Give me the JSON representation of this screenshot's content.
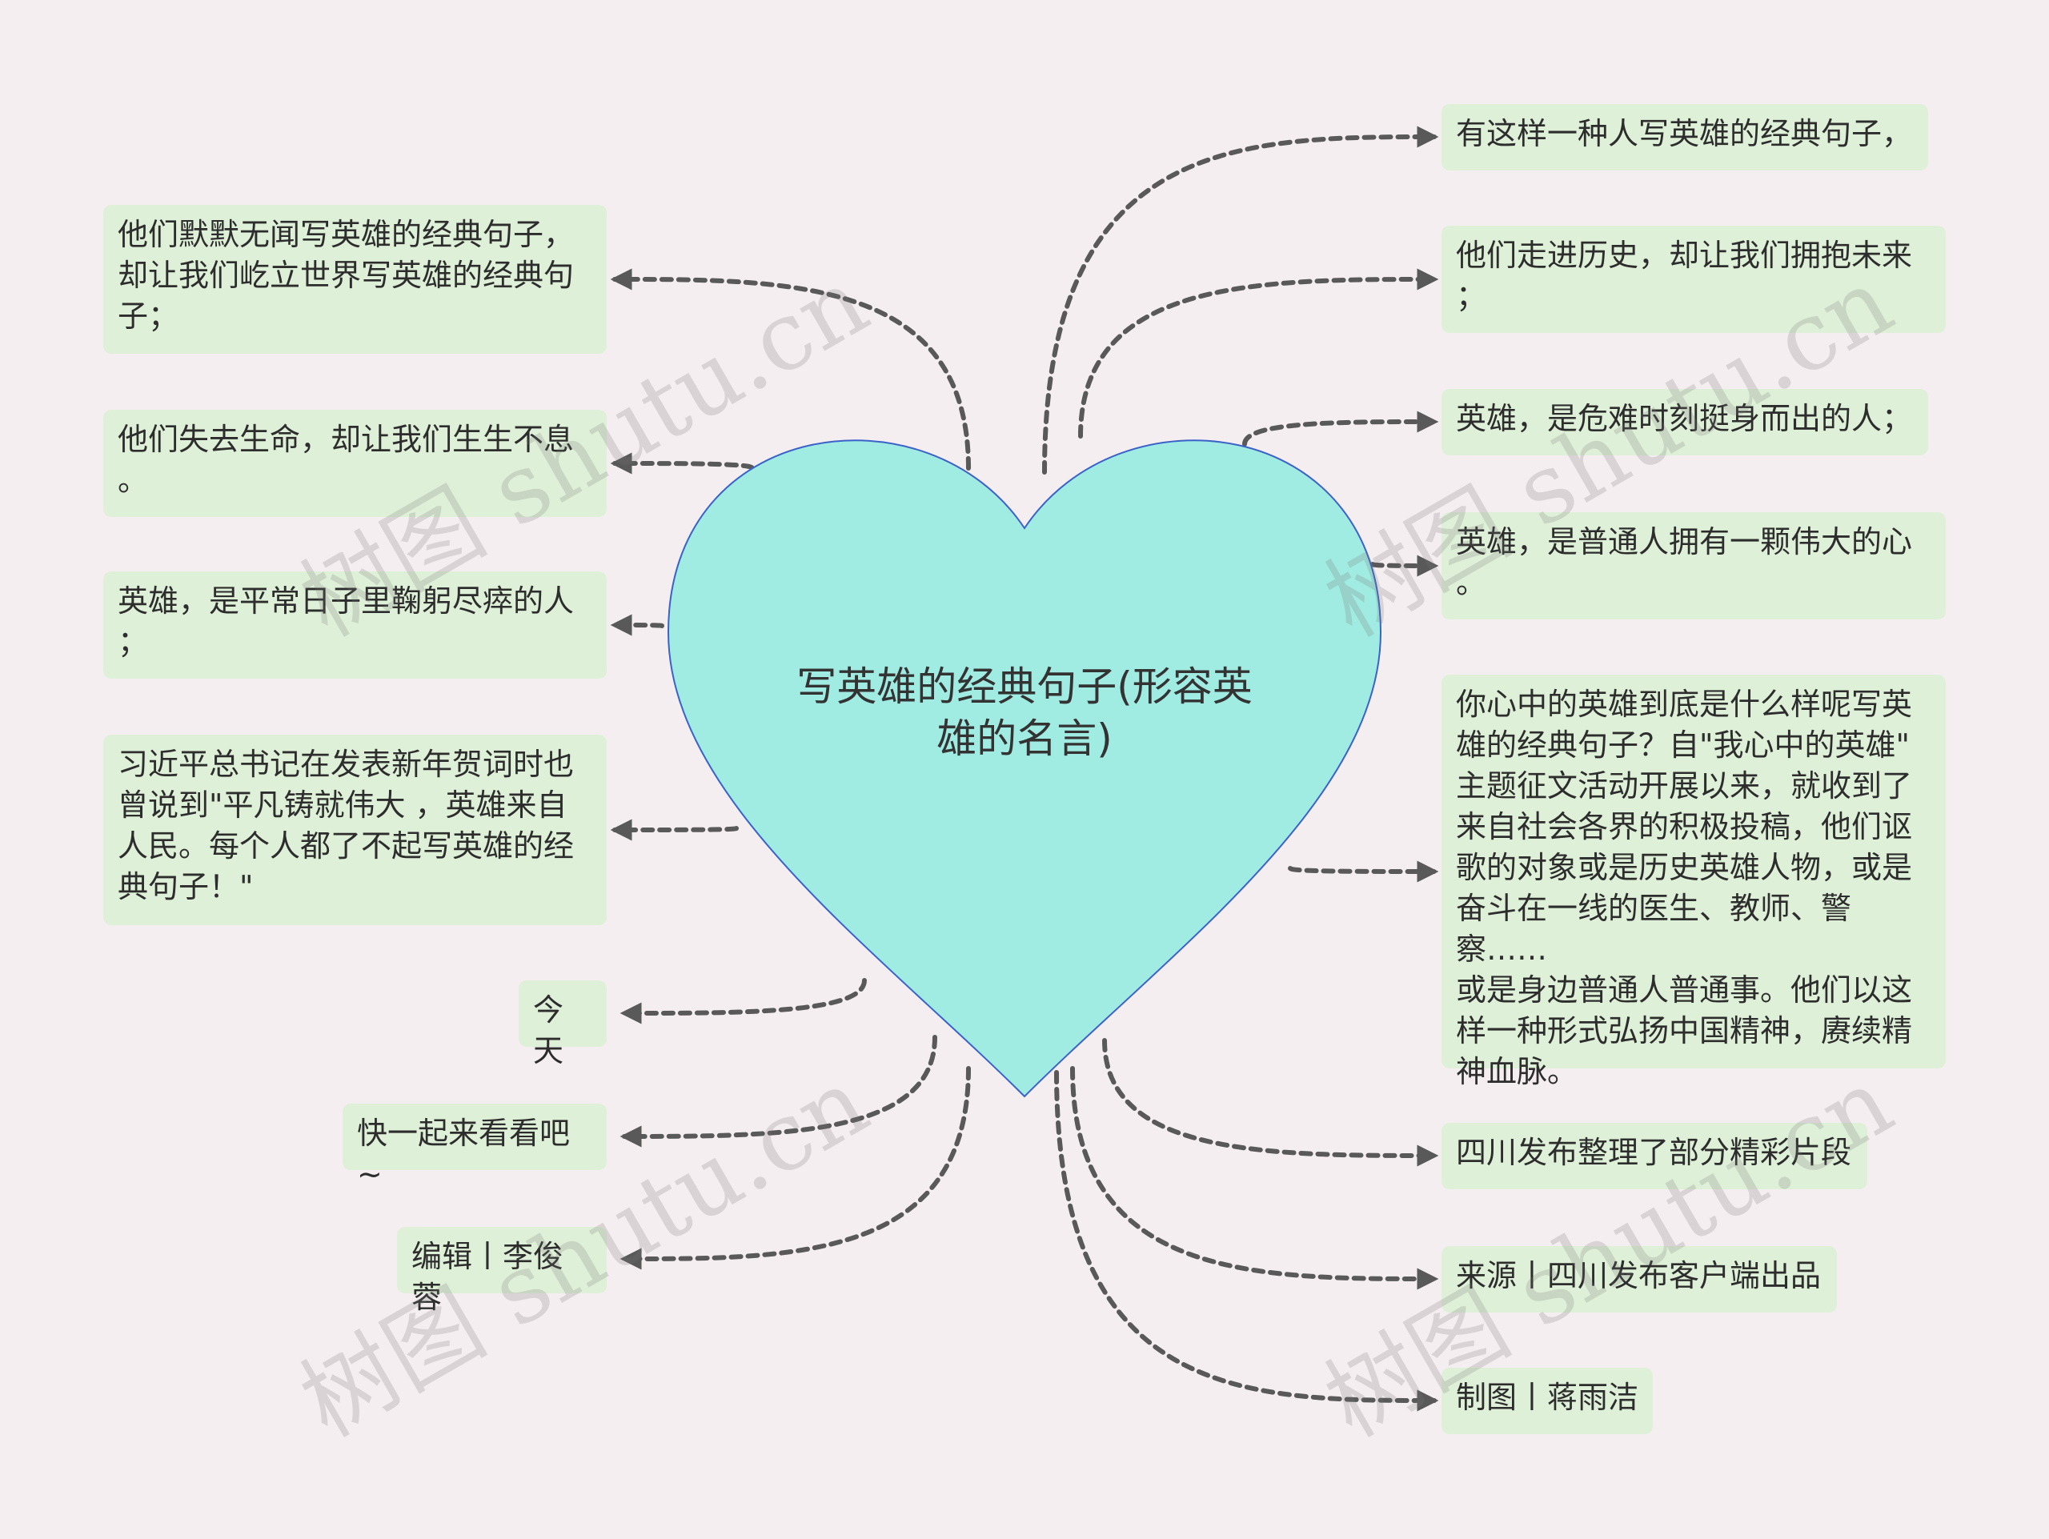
{
  "center": {
    "title_line1": "写英雄的经典句子(形容英",
    "title_line2": "雄的名言)"
  },
  "nodes_left": [
    {
      "text": "他们默默无闻写英雄的经典句子，\n却让我们屹立世界写英雄的经典句\n子；"
    },
    {
      "text": "他们失去生命，却让我们生生不息\n。"
    },
    {
      "text": "英雄，是平常日子里鞠躬尽瘁的人\n；"
    },
    {
      "text": "习近平总书记在发表新年贺词时也\n曾说到\"平凡铸就伟大 ，英雄来自\n人民。每个人都了不起写英雄的经\n典句子！\""
    },
    {
      "text": "今天"
    },
    {
      "text": "快一起来看看吧~"
    },
    {
      "text": "编辑丨李俊蓉"
    }
  ],
  "nodes_right": [
    {
      "text": "有这样一种人写英雄的经典句子，"
    },
    {
      "text": "他们走进历史，却让我们拥抱未来\n；"
    },
    {
      "text": "英雄，是危难时刻挺身而出的人；"
    },
    {
      "text": "英雄，是普通人拥有一颗伟大的心\n。"
    },
    {
      "text": "你心中的英雄到底是什么样呢写英\n雄的经典句子？自\"我心中的英雄\"\n主题征文活动开展以来，就收到了\n来自社会各界的积极投稿，他们讴\n歌的对象或是历史英雄人物，或是\n奋斗在一线的医生、教师、警察……\n或是身边普通人普通事。他们以这\n样一种形式弘扬中国精神，赓续精\n神血脉。"
    },
    {
      "text": "四川发布整理了部分精彩片段"
    },
    {
      "text": "来源丨四川发布客户端出品"
    },
    {
      "text": "制图丨蒋雨洁"
    }
  ],
  "watermark": "树图 shutu.cn",
  "colors": {
    "background": "#f5eef0",
    "heart_fill": "#a0ebe2",
    "heart_stroke": "#3b62c9",
    "node_fill": "#dff0d8",
    "connector": "#595959"
  }
}
